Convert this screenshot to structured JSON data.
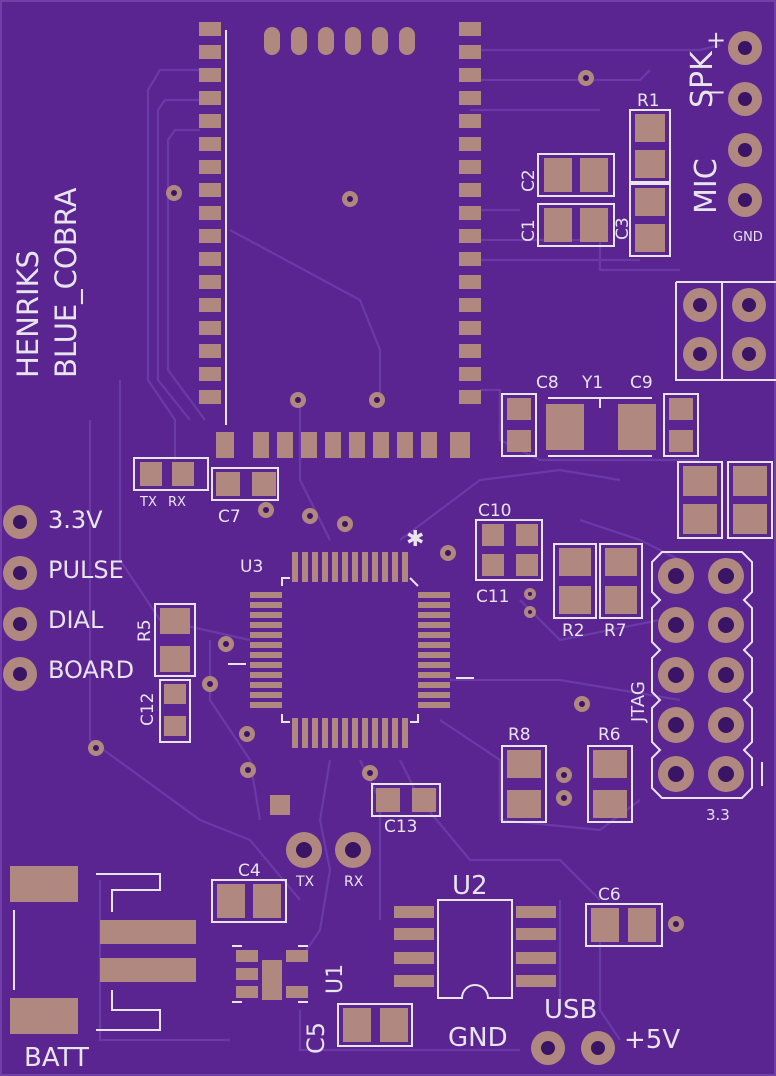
{
  "board": {
    "title_line1": "HENRIKS",
    "title_line2": "BLUE_COBRA",
    "colors": {
      "substrate": "#5a2590",
      "copper": "#b08880",
      "silkscreen": "#e8e4ee",
      "trace": "#6a3aa8"
    }
  },
  "labels": {
    "spk": "SPK",
    "spk_plus": "+",
    "spk_minus": "−",
    "mic": "MIC",
    "gnd_small": "GND",
    "r1": "R1",
    "r2": "R2",
    "r5": "R5",
    "r6": "R6",
    "r7": "R7",
    "r8": "R8",
    "c1": "C1",
    "c2": "C2",
    "c3": "C3",
    "c4": "C4",
    "c5": "C5",
    "c6": "C6",
    "c7": "C7",
    "c8": "C8",
    "c9": "C9",
    "c10": "C10",
    "c11": "C11",
    "c12": "C12",
    "c13": "C13",
    "y1": "Y1",
    "u1": "U1",
    "u2": "U2",
    "u3": "U3",
    "tx": "TX",
    "rx": "RX",
    "tx_small": "TX",
    "rx_small": "RX",
    "pin_3v3": "3.3V",
    "pin_pulse": "PULSE",
    "pin_dial": "DIAL",
    "pin_board": "BOARD",
    "jtag": "JTAG",
    "jtag_3v3": "3.3",
    "batt": "BATT",
    "gnd": "GND",
    "usb": "USB",
    "plus5v": "+5V",
    "star": "✱"
  }
}
